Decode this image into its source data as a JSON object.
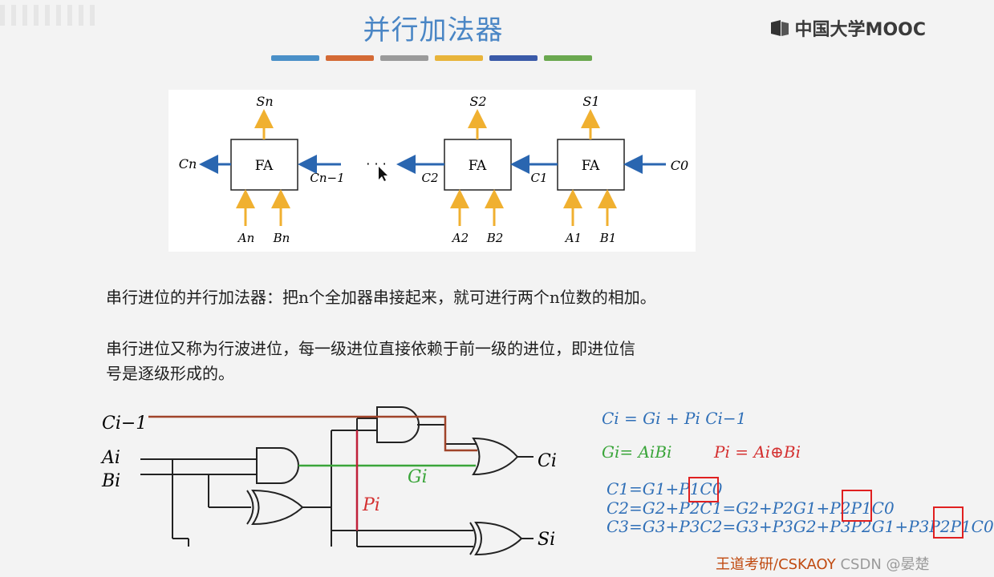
{
  "slide": {
    "title": "并行加法器",
    "logo_text": "中国大学MOOC",
    "color_bar": [
      "#4a90c8",
      "#d46a35",
      "#9a9a9a",
      "#e8b43a",
      "#3a5aa8",
      "#6aa84f"
    ]
  },
  "top_diagram": {
    "blocks": [
      "FA",
      "FA",
      "FA"
    ],
    "sum_labels": [
      "Sn",
      "S2",
      "S1"
    ],
    "carry_labels": [
      "Cn",
      "Cn−1",
      "C2",
      "C1",
      "C0"
    ],
    "input_labels": [
      "An",
      "Bn",
      "A2",
      "B2",
      "A1",
      "B1"
    ],
    "ellipsis": "· · ·"
  },
  "paragraphs": {
    "p1": "串行进位的并行加法器：把n个全加器串接起来，就可进行两个n位数的相加。",
    "p2_line1": "串行进位又称为行波进位，每一级进位直接依赖于前一级的进位，即进位信",
    "p2_line2": "号是逐级形成的。"
  },
  "circuit": {
    "inputs": [
      "Ci−1",
      "Ai",
      "Bi"
    ],
    "outputs": [
      "Ci",
      "Si"
    ],
    "signals": [
      "Gi",
      "Pi"
    ]
  },
  "equations": {
    "carry_general": "Ci = Gi + Pi Ci−1",
    "g_def": "Gi= AiBi",
    "p_def": "Pi = Ai⊕Bi",
    "c1": "C1=G1+P1C0",
    "c2": "C2=G2+P2C1=G2+P2G1+P2P1C0",
    "c3": "C3=G3+P3C2=G3+P3G2+P3P2G1+P3P2P1C0"
  },
  "footer": {
    "text": "王道考研/CSKAOY",
    "watermark": "CSDN @晏楚"
  }
}
